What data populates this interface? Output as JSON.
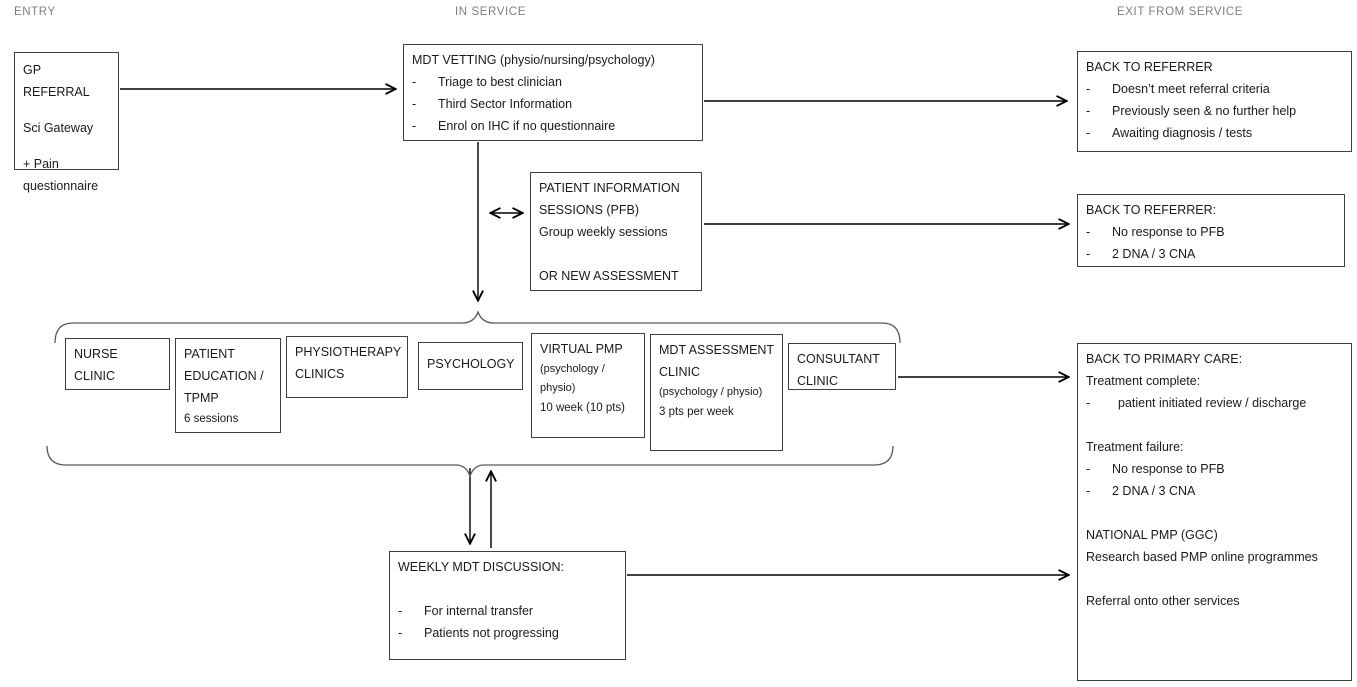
{
  "ui": {
    "bullet_char": "-"
  },
  "colors": {
    "lane_label": "#7f7f7f",
    "box_border": "#3f3f3f",
    "arrow": "#000000",
    "bracket": "#595959",
    "background": "#ffffff"
  },
  "lanes": {
    "entry": "ENTRY",
    "in_service": "IN SERVICE",
    "exit_from_service": "EXIT FROM SERVICE"
  },
  "boxes": {
    "gp_referral": {
      "line1": "GP REFERRAL",
      "line2": "Sci Gateway",
      "line3": "+ Pain questionnaire"
    },
    "mdt_vetting": {
      "title": "MDT VETTING (physio/nursing/psychology)",
      "bullets": [
        "Triage to best clinician",
        "Third Sector Information",
        "Enrol on IHC if no questionnaire"
      ]
    },
    "back_to_referrer_vetting": {
      "title": "BACK TO REFERRER",
      "bullets": [
        "Doesn’t meet referral criteria",
        "Previously seen & no further help",
        "Awaiting diagnosis / tests"
      ]
    },
    "patient_information": {
      "title": "PATIENT INFORMATION SESSIONS (PFB)",
      "subtitle": "Group weekly sessions",
      "footer": "OR NEW ASSESSMENT"
    },
    "back_to_referrer_pfb": {
      "title": "BACK TO REFERRER:",
      "bullets": [
        "No response to PFB",
        "2 DNA / 3 CNA"
      ]
    },
    "nurse_clinic": {
      "title": "NURSE CLINIC"
    },
    "patient_education": {
      "title": "PATIENT EDUCATION / TPMP",
      "detail": "6 sessions"
    },
    "physiotherapy_clinics": {
      "title": "PHYSIOTHERAPY CLINICS"
    },
    "psychology": {
      "title": "PSYCHOLOGY"
    },
    "virtual_pmp": {
      "title": "VIRTUAL PMP",
      "subtitle": "(psychology / physio)",
      "detail": "10 week (10 pts)"
    },
    "mdt_assessment_clinic": {
      "title": "MDT ASSESSMENT CLINIC",
      "subtitle": "(psychology / physio)",
      "detail": "3 pts per week"
    },
    "consultant_clinic": {
      "title": "CONSULTANT CLINIC"
    },
    "back_to_primary_care": {
      "title": "BACK TO PRIMARY CARE:",
      "complete_heading": "Treatment complete:",
      "complete_bullets": [
        "patient initiated review / discharge"
      ],
      "failure_heading": "Treatment failure:",
      "failure_bullets": [
        "No response to PFB",
        "2 DNA / 3 CNA"
      ],
      "national_heading": "NATIONAL PMP (GGC)",
      "national_text": "Research based PMP online programmes",
      "referral_text": "Referral onto other services"
    },
    "weekly_mdt": {
      "title": "WEEKLY MDT DISCUSSION:",
      "bullets": [
        "For internal transfer",
        "Patients not progressing"
      ]
    }
  }
}
